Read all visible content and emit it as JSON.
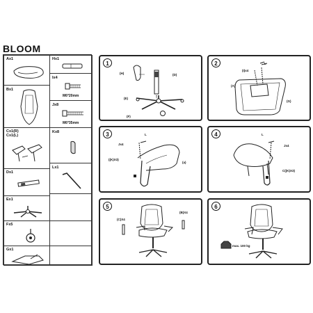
{
  "title": "BLOOM",
  "parts": {
    "A": "Ax1",
    "B": "Bx1",
    "C": "Cx1(R)\nCx1(L)",
    "D": "Dx1",
    "E": "Ex1",
    "F": "Fx5",
    "G": "Gx1",
    "H": "Hx1",
    "I": "Ix4",
    "I_size": "M6*20mm",
    "J": "Jx8",
    "J_size": "M6*35mm",
    "K": "Kx8",
    "L": "Lx1"
  },
  "steps": [
    {
      "num": "1",
      "labels": {
        "h": "(H)",
        "d": "(D)",
        "e": "(E)",
        "f": "(F)"
      }
    },
    {
      "num": "2",
      "labels": {
        "l": "L",
        "ix4": "(I)x4",
        "a": "(A)",
        "g": "(G)"
      }
    },
    {
      "num": "3",
      "labels": {
        "l": "L",
        "jx4": "Jx4",
        "kx3": "((K)X3)",
        "a": "(a)"
      }
    },
    {
      "num": "4",
      "labels": {
        "l": "L",
        "jx4": "Jx4",
        "kx3": "C((K)X3)"
      }
    },
    {
      "num": "5",
      "labels": {
        "cx4": "(C)X4",
        "bx4": "(B)X4"
      }
    },
    {
      "num": "6",
      "labels": {
        "max": "max. 100 kg"
      }
    }
  ]
}
